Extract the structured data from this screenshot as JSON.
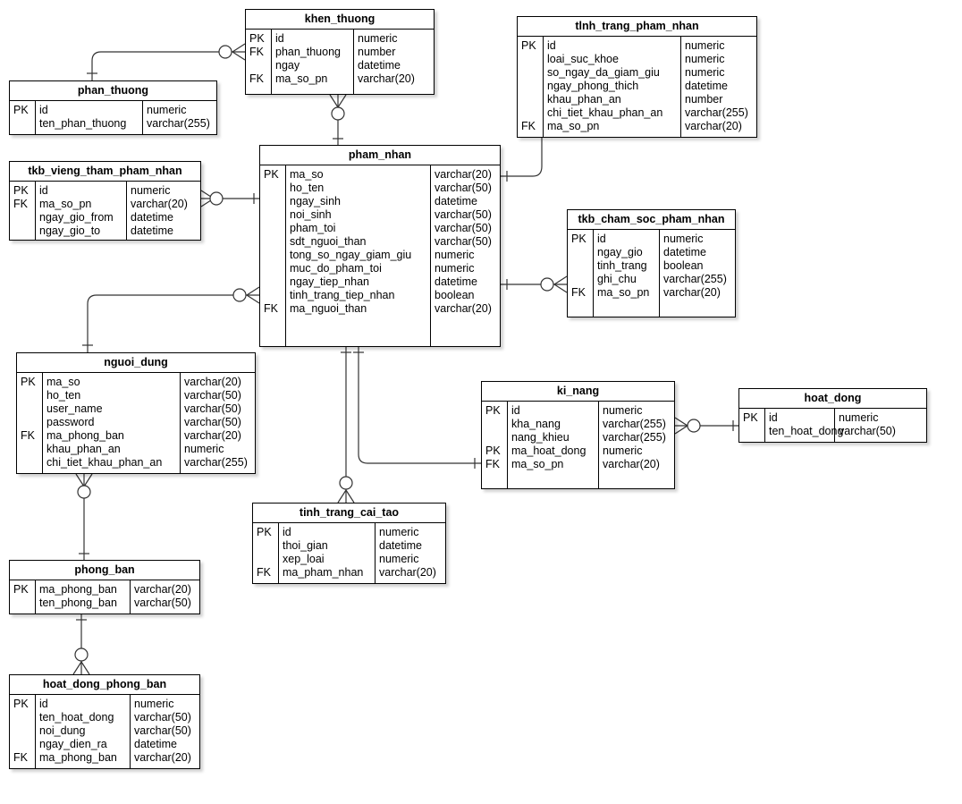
{
  "entities": {
    "khen_thuong": {
      "name": "khen_thuong",
      "rows": [
        {
          "key": "PK",
          "field": "id",
          "type": "numeric"
        },
        {
          "key": "FK",
          "field": "phan_thuong",
          "type": "number"
        },
        {
          "key": "",
          "field": "ngay",
          "type": "datetime"
        },
        {
          "key": "FK",
          "field": "ma_so_pn",
          "type": "varchar(20)"
        }
      ]
    },
    "phan_thuong": {
      "name": "phan_thuong",
      "rows": [
        {
          "key": "PK",
          "field": "id",
          "type": "numeric"
        },
        {
          "key": "",
          "field": "ten_phan_thuong",
          "type": "varchar(255)"
        }
      ]
    },
    "tinh_trang_pham_nhan": {
      "name": "tlnh_trang_pham_nhan",
      "rows": [
        {
          "key": "PK",
          "field": "id",
          "type": "numeric"
        },
        {
          "key": "",
          "field": "loai_suc_khoe",
          "type": "numeric"
        },
        {
          "key": "",
          "field": "so_ngay_da_giam_giu",
          "type": "numeric"
        },
        {
          "key": "",
          "field": "ngay_phong_thich",
          "type": "datetime"
        },
        {
          "key": "",
          "field": "khau_phan_an",
          "type": "number"
        },
        {
          "key": "",
          "field": "chi_tiet_khau_phan_an",
          "type": "varchar(255)"
        },
        {
          "key": "FK",
          "field": "ma_so_pn",
          "type": "varchar(20)"
        }
      ]
    },
    "pham_nhan": {
      "name": "pham_nhan",
      "rows": [
        {
          "key": "PK",
          "field": "ma_so",
          "type": "varchar(20)"
        },
        {
          "key": "",
          "field": "ho_ten",
          "type": "varchar(50)"
        },
        {
          "key": "",
          "field": "ngay_sinh",
          "type": "datetime"
        },
        {
          "key": "",
          "field": "noi_sinh",
          "type": "varchar(50)"
        },
        {
          "key": "",
          "field": "pham_toi",
          "type": "varchar(50)"
        },
        {
          "key": "",
          "field": "sdt_nguoi_than",
          "type": "varchar(50)"
        },
        {
          "key": "",
          "field": "tong_so_ngay_giam_giu",
          "type": "numeric"
        },
        {
          "key": "",
          "field": "muc_do_pham_toi",
          "type": "numeric"
        },
        {
          "key": "",
          "field": "ngay_tiep_nhan",
          "type": "datetime"
        },
        {
          "key": "",
          "field": "tinh_trang_tiep_nhan",
          "type": "boolean"
        },
        {
          "key": "FK",
          "field": "ma_nguoi_than",
          "type": "varchar(20)"
        }
      ]
    },
    "tkb_vieng_tham_pham_nhan": {
      "name": "tkb_vieng_tham_pham_nhan",
      "rows": [
        {
          "key": "PK",
          "field": "id",
          "type": "numeric"
        },
        {
          "key": "FK",
          "field": "ma_so_pn",
          "type": "varchar(20)"
        },
        {
          "key": "",
          "field": "ngay_gio_from",
          "type": "datetime"
        },
        {
          "key": "",
          "field": "ngay_gio_to",
          "type": "datetime"
        }
      ]
    },
    "tkb_cham_soc_pham_nhan": {
      "name": "tkb_cham_soc_pham_nhan",
      "rows": [
        {
          "key": "PK",
          "field": "id",
          "type": "numeric"
        },
        {
          "key": "",
          "field": "ngay_gio",
          "type": "datetime"
        },
        {
          "key": "",
          "field": "tinh_trang",
          "type": "boolean"
        },
        {
          "key": "",
          "field": "ghi_chu",
          "type": "varchar(255)"
        },
        {
          "key": "FK",
          "field": "ma_so_pn",
          "type": "varchar(20)"
        }
      ]
    },
    "nguoi_dung": {
      "name": "nguoi_dung",
      "rows": [
        {
          "key": "PK",
          "field": "ma_so",
          "type": "varchar(20)"
        },
        {
          "key": "",
          "field": "ho_ten",
          "type": "varchar(50)"
        },
        {
          "key": "",
          "field": "user_name",
          "type": "varchar(50)"
        },
        {
          "key": "",
          "field": "password",
          "type": "varchar(50)"
        },
        {
          "key": "FK",
          "field": "ma_phong_ban",
          "type": "varchar(20)"
        },
        {
          "key": "",
          "field": "khau_phan_an",
          "type": "numeric"
        },
        {
          "key": "",
          "field": "chi_tiet_khau_phan_an",
          "type": "varchar(255)"
        }
      ]
    },
    "ki_nang": {
      "name": "ki_nang",
      "rows": [
        {
          "key": "PK",
          "field": "id",
          "type": "numeric"
        },
        {
          "key": "",
          "field": "kha_nang",
          "type": "varchar(255)"
        },
        {
          "key": "",
          "field": "nang_khieu",
          "type": "varchar(255)"
        },
        {
          "key": "PK",
          "field": "ma_hoat_dong",
          "type": "numeric"
        },
        {
          "key": "FK",
          "field": "ma_so_pn",
          "type": "varchar(20)"
        }
      ]
    },
    "hoat_dong": {
      "name": "hoat_dong",
      "rows": [
        {
          "key": "PK",
          "field": "id",
          "type": "numeric"
        },
        {
          "key": "",
          "field": "ten_hoat_dong",
          "type": "varchar(50)"
        }
      ]
    },
    "tinh_trang_cai_tao": {
      "name": "tinh_trang_cai_tao",
      "rows": [
        {
          "key": "PK",
          "field": "id",
          "type": "numeric"
        },
        {
          "key": "",
          "field": "thoi_gian",
          "type": "datetime"
        },
        {
          "key": "",
          "field": "xep_loai",
          "type": "numeric"
        },
        {
          "key": "FK",
          "field": "ma_pham_nhan",
          "type": "varchar(20)"
        }
      ]
    },
    "phong_ban": {
      "name": "phong_ban",
      "rows": [
        {
          "key": "PK",
          "field": "ma_phong_ban",
          "type": "varchar(20)"
        },
        {
          "key": "",
          "field": "ten_phong_ban",
          "type": "varchar(50)"
        }
      ]
    },
    "hoat_dong_phong_ban": {
      "name": "hoat_dong_phong_ban",
      "rows": [
        {
          "key": "PK",
          "field": "id",
          "type": "numeric"
        },
        {
          "key": "",
          "field": "ten_hoat_dong",
          "type": "varchar(50)"
        },
        {
          "key": "",
          "field": "noi_dung",
          "type": "varchar(50)"
        },
        {
          "key": "",
          "field": "ngay_dien_ra",
          "type": "datetime"
        },
        {
          "key": "FK",
          "field": "ma_phong_ban",
          "type": "varchar(20)"
        }
      ]
    }
  }
}
